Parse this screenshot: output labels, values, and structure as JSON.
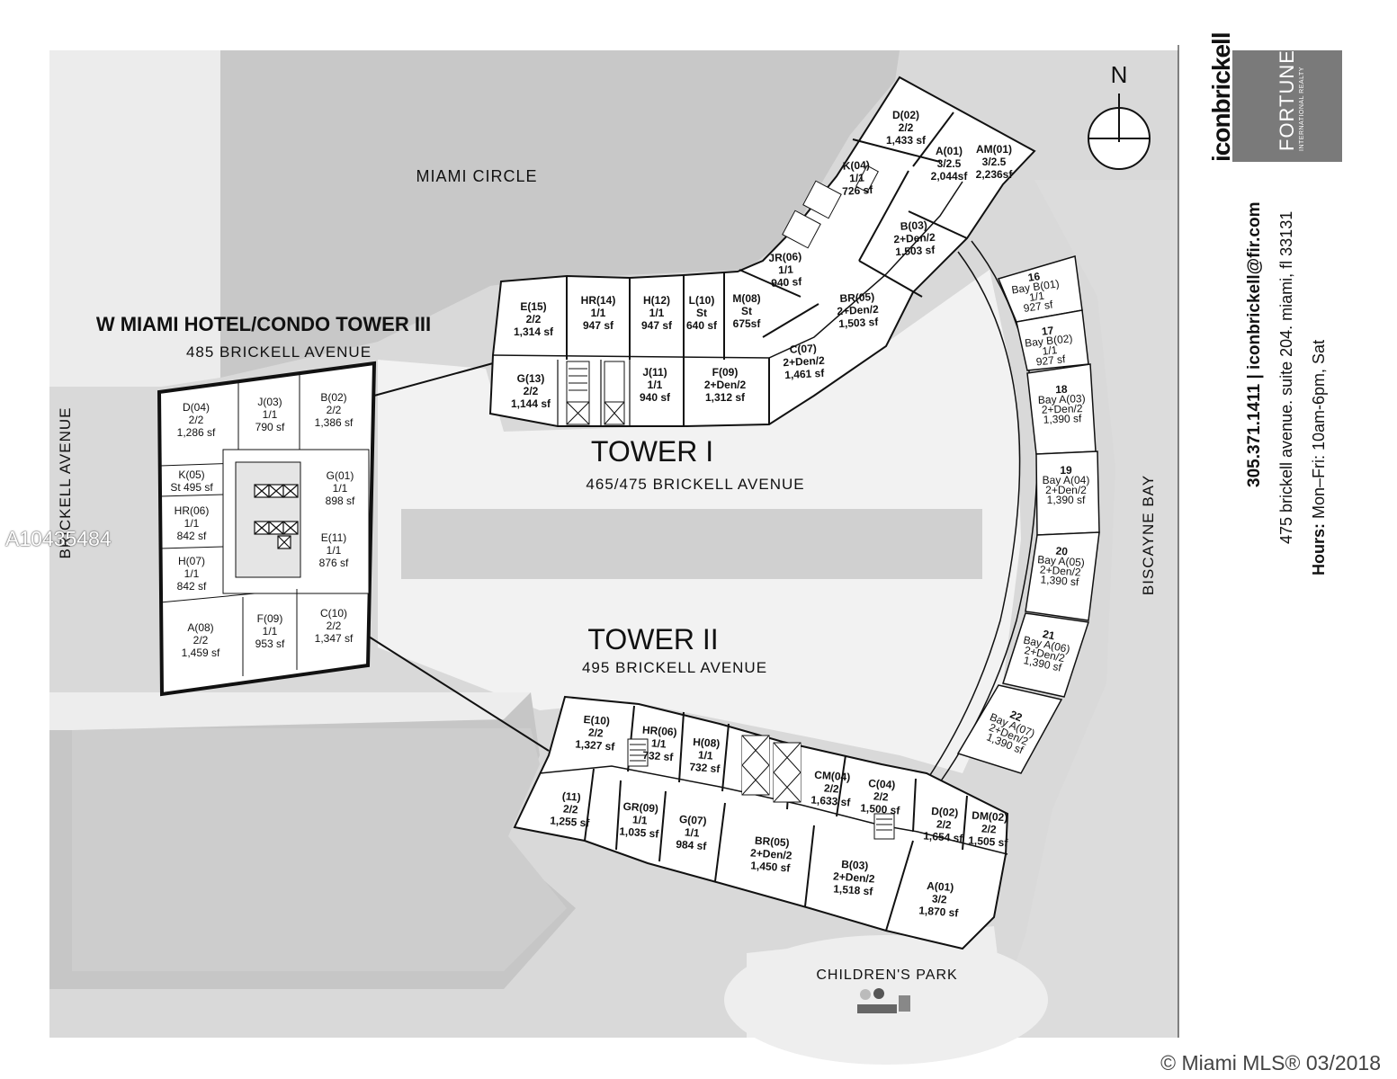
{
  "labels": {
    "miami_circle": "MIAMI CIRCLE",
    "tower3_title": "W MIAMI HOTEL/CONDO TOWER III",
    "tower3_address": "485 BRICKELL AVENUE",
    "brickell_avenue": "BRICKELL AVENUE",
    "tower1_title": "TOWER I",
    "tower1_address": "465/475 BRICKELL AVENUE",
    "tower2_title": "TOWER II",
    "tower2_address": "495 BRICKELL AVENUE",
    "biscayne_bay": "BISCAYNE BAY",
    "childrens_park": "CHILDREN'S PARK",
    "north": "N"
  },
  "brand": {
    "name": "iconbrickell",
    "realty": "FORTUNE",
    "realty_sub": "INTERNATIONAL REALTY",
    "contact": "305.371.1411  |  iconbrickell@fir.com",
    "address": "475 brickell avenue. suite 204. miami, fl 33131",
    "hours_label": "Hours:",
    "hours": " Mon–Fri: 10am-6pm, Sat"
  },
  "watermark": "A10435484",
  "footer": "© Miami MLS® 03/2018",
  "colors": {
    "land": "#d9d9d9",
    "unit_fill": "#ffffff",
    "outline": "#111111",
    "park": "#eeeeee"
  },
  "tower3_units": [
    {
      "code": "D(04)",
      "beds": "2/2",
      "area": "1,286 sf"
    },
    {
      "code": "J(03)",
      "beds": "1/1",
      "area": "790 sf"
    },
    {
      "code": "B(02)",
      "beds": "2/2",
      "area": "1,386 sf"
    },
    {
      "code": "K(05)",
      "beds": "St 495 sf",
      "area": ""
    },
    {
      "code": "G(01)",
      "beds": "1/1",
      "area": "898 sf"
    },
    {
      "code": "HR(06)",
      "beds": "1/1",
      "area": "842 sf"
    },
    {
      "code": "E(11)",
      "beds": "1/1",
      "area": "876 sf"
    },
    {
      "code": "H(07)",
      "beds": "1/1",
      "area": "842 sf"
    },
    {
      "code": "A(08)",
      "beds": "2/2",
      "area": "1,459 sf"
    },
    {
      "code": "F(09)",
      "beds": "1/1",
      "area": "953 sf"
    },
    {
      "code": "C(10)",
      "beds": "2/2",
      "area": "1,347 sf"
    }
  ],
  "tower1_units": [
    {
      "code": "E(15)",
      "beds": "2/2",
      "area": "1,314 sf"
    },
    {
      "code": "HR(14)",
      "beds": "1/1",
      "area": "947 sf"
    },
    {
      "code": "H(12)",
      "beds": "1/1",
      "area": "947 sf"
    },
    {
      "code": "L(10)",
      "beds": "St",
      "area": "640 sf"
    },
    {
      "code": "M(08)",
      "beds": "St",
      "area": "675sf"
    },
    {
      "code": "G(13)",
      "beds": "2/2",
      "area": "1,144 sf"
    },
    {
      "code": "J(11)",
      "beds": "1/1",
      "area": "940 sf"
    },
    {
      "code": "F(09)",
      "beds": "2+Den/2",
      "area": "1,312 sf"
    },
    {
      "code": "JR(06)",
      "beds": "1/1",
      "area": "940 sf"
    },
    {
      "code": "C(07)",
      "beds": "2+Den/2",
      "area": "1,461 sf"
    },
    {
      "code": "BR(05)",
      "beds": "2+Den/2",
      "area": "1,503 sf"
    },
    {
      "code": "B(03)",
      "beds": "2+Den/2",
      "area": "1,503 sf"
    },
    {
      "code": "K(04)",
      "beds": "1/1",
      "area": "726 sf"
    },
    {
      "code": "D(02)",
      "beds": "2/2",
      "area": "1,433 sf"
    },
    {
      "code": "A(01)",
      "beds": "3/2.5",
      "area": "2,044sf"
    },
    {
      "code": "AM(01)",
      "beds": "3/2.5",
      "area": "2,236sf"
    }
  ],
  "bay_units": [
    {
      "num": "16",
      "code": "Bay B(01)",
      "beds": "1/1",
      "area": "927 sf"
    },
    {
      "num": "17",
      "code": "Bay B(02)",
      "beds": "1/1",
      "area": "927 sf"
    },
    {
      "num": "18",
      "code": "Bay A(03)",
      "beds": "2+Den/2",
      "area": "1,390 sf"
    },
    {
      "num": "19",
      "code": "Bay A(04)",
      "beds": "2+Den/2",
      "area": "1,390 sf"
    },
    {
      "num": "20",
      "code": "Bay A(05)",
      "beds": "2+Den/2",
      "area": "1,390 sf"
    },
    {
      "num": "21",
      "code": "Bay A(06)",
      "beds": "2+Den/2",
      "area": "1,390 sf"
    },
    {
      "num": "22",
      "code": "Bay A(07)",
      "beds": "2+Den/2",
      "area": "1,390 sf"
    }
  ],
  "tower2_units": [
    {
      "code": "E(10)",
      "beds": "2/2",
      "area": "1,327 sf"
    },
    {
      "code": "HR(06)",
      "beds": "1/1",
      "area": "732 sf"
    },
    {
      "code": "H(08)",
      "beds": "1/1",
      "area": "732 sf"
    },
    {
      "code": "CM(04)",
      "beds": "2/2",
      "area": "1,633 sf"
    },
    {
      "code": "C(04)",
      "beds": "2/2",
      "area": "1,500 sf"
    },
    {
      "code": "(11)",
      "beds": "2/2",
      "area": "1,255 sf"
    },
    {
      "code": "GR(09)",
      "beds": "1/1",
      "area": "1,035 sf"
    },
    {
      "code": "G(07)",
      "beds": "1/1",
      "area": "984 sf"
    },
    {
      "code": "BR(05)",
      "beds": "2+Den/2",
      "area": "1,450 sf"
    },
    {
      "code": "B(03)",
      "beds": "2+Den/2",
      "area": "1,518 sf"
    },
    {
      "code": "D(02)",
      "beds": "2/2",
      "area": "1,654 sf"
    },
    {
      "code": "DM(02)",
      "beds": "2/2",
      "area": "1,505 sf"
    },
    {
      "code": "A(01)",
      "beds": "3/2",
      "area": "1,870 sf"
    }
  ]
}
